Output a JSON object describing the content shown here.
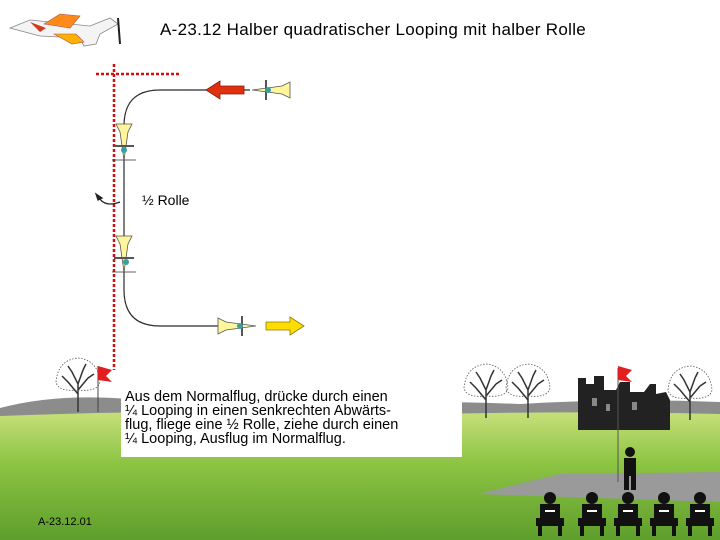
{
  "title": "A-23.12 Halber quadratischer Looping mit halber Rolle",
  "maneuver_label": "½ Rolle",
  "description_lines": [
    "Aus dem Normalflug, drücke durch einen",
    "¼ Looping in einen senkrechten Abwärts-",
    "flug, fliege eine ½ Rolle, ziehe durch einen",
    "¼ Looping, Ausflug im Normalflug."
  ],
  "figure_code": "A-23.12.01",
  "colors": {
    "sky": "#ffffff",
    "grass": "#7db83c",
    "hills": "#8c8c8c",
    "runway": "#9a9a9a",
    "flight_path": "#2b2b2b",
    "frame_dotted": "#d01010",
    "entry_arrow": "#e03010",
    "exit_arrow": "#ffdd00",
    "plane_body": "#fff59a",
    "flag": "#e02020"
  },
  "icons": [
    "model-plane-logo-icon",
    "airplane-icon",
    "direction-arrow-icon",
    "roll-indicator-icon",
    "tree-icon",
    "flag-icon",
    "castle-ruin-icon",
    "pilot-icon",
    "judge-icon"
  ]
}
